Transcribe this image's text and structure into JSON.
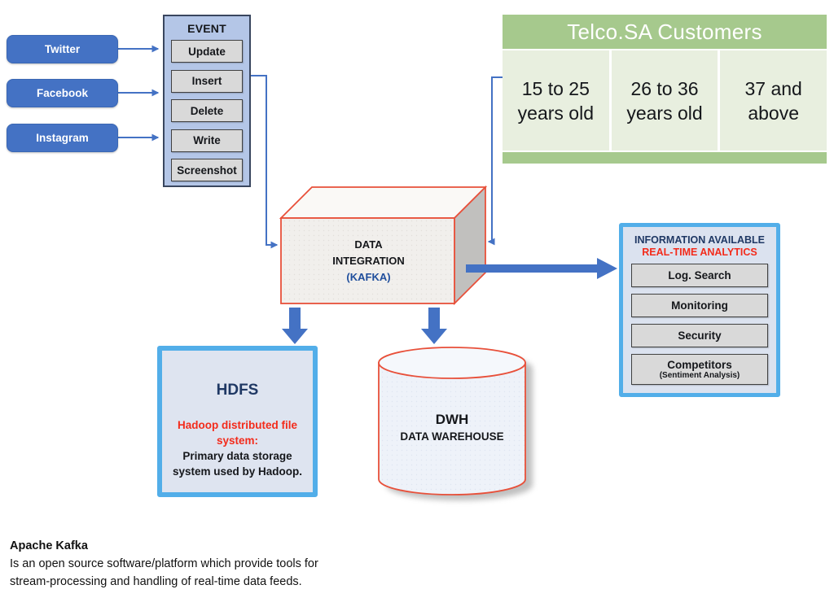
{
  "sources": {
    "twitter": "Twitter",
    "facebook": "Facebook",
    "instagram": "Instagram"
  },
  "event_panel": {
    "title": "EVENT",
    "items": [
      "Update",
      "Insert",
      "Delete",
      "Write",
      "Screenshot"
    ]
  },
  "customers": {
    "title": "Telco.SA Customers",
    "segments": [
      "15 to 25 years old",
      "26 to 36 years old",
      "37 and above"
    ]
  },
  "kafka": {
    "line1": "DATA",
    "line2": "INTEGRATION",
    "line3": "(KAFKA)"
  },
  "info_panel": {
    "title": "INFORMATION AVAILABLE",
    "subtitle": "REAL-TIME ANALYTICS",
    "buttons": [
      "Log. Search",
      "Monitoring",
      "Security"
    ],
    "competitors": {
      "label": "Competitors",
      "sublabel": "(Sentiment Analysis)"
    }
  },
  "hdfs": {
    "title": "HDFS",
    "highlight": "Hadoop distributed file system:",
    "description": "Primary data storage system used by Hadoop."
  },
  "dwh": {
    "abbr": "DWH",
    "name": "DATA WAREHOUSE"
  },
  "footnote": {
    "title": "Apache Kafka",
    "line1": "Is an open source software/platform which provide tools for",
    "line2": "stream-processing and handling of real-time data feeds."
  },
  "colors": {
    "accent_blue": "#4472C4",
    "event_fill": "#B4C6E7",
    "green_header": "#A6C98D",
    "green_light": "#E8EFDF",
    "cube_border": "#E8503A",
    "panel_border_blue": "#52AEE9",
    "navy": "#1F3864",
    "red": "#F32B1B",
    "kafka_blue": "#1F4E9C"
  }
}
